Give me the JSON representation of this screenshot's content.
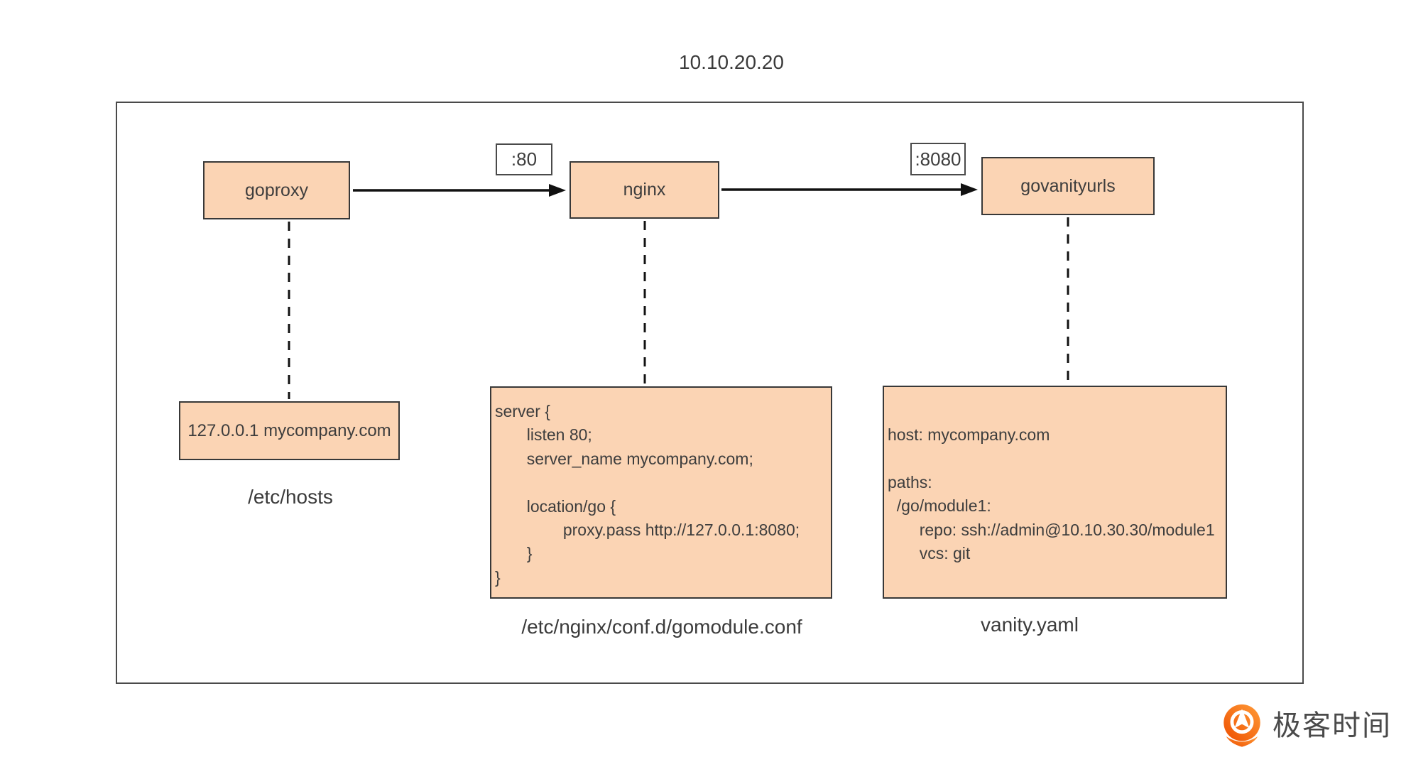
{
  "title": "10.10.20.20",
  "nodes": [
    {
      "id": "goproxy",
      "label": "goproxy"
    },
    {
      "id": "nginx",
      "label": "nginx"
    },
    {
      "id": "govanityurls",
      "label": "govanityurls"
    }
  ],
  "edges": [
    {
      "from": "goproxy",
      "to": "nginx",
      "port": ":80"
    },
    {
      "from": "nginx",
      "to": "govanityurls",
      "port": ":8080"
    }
  ],
  "configs": {
    "hosts": {
      "content": "127.0.0.1 mycompany.com",
      "caption": "/etc/hosts"
    },
    "nginx_conf": {
      "content": "server {\n       listen 80;\n       server_name mycompany.com;\n\n       location/go {\n               proxy.pass http://127.0.0.1:8080;\n       }\n}",
      "caption": "/etc/nginx/conf.d/gomodule.conf"
    },
    "vanity_yaml": {
      "content": "host: mycompany.com\n\npaths:\n  /go/module1:\n       repo: ssh://admin@10.10.30.30/module1\n       vcs: git",
      "caption": "vanity.yaml"
    }
  },
  "branding": {
    "logo_text": "极客时间"
  },
  "colors": {
    "node_fill": "#FBD4B4",
    "node_border": "#383838",
    "frame_border": "#4a4a4a",
    "line_color": "#111111",
    "text_color": "#3d3d3d",
    "logo_orange_dark": "#EE4F00",
    "logo_orange_light": "#FF9B38"
  }
}
